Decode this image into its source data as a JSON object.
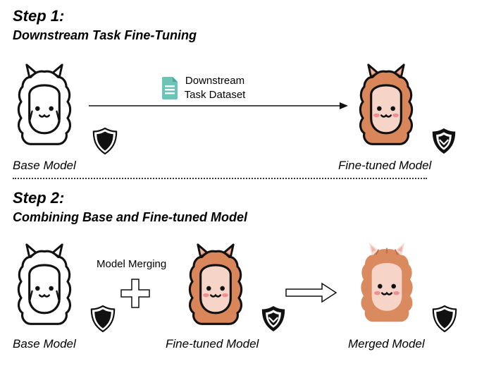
{
  "step1": {
    "title": "Step 1:",
    "subtitle": "Downstream Task Fine-Tuning",
    "dataset_label_line1": "Downstream",
    "dataset_label_line2": "Task Dataset",
    "base_caption": "Base Model",
    "finetuned_caption": "Fine-tuned Model"
  },
  "step2": {
    "title": "Step 2:",
    "subtitle": "Combining Base and Fine-tuned Model",
    "merge_label": "Model Merging",
    "base_caption": "Base Model",
    "finetuned_caption": "Fine-tuned Model",
    "merged_caption": "Merged Model"
  },
  "icons": {
    "alpaca": "alpaca-icon",
    "shield": "shield-icon",
    "document": "document-icon",
    "plus": "plus-icon",
    "arrow": "arrow-icon"
  },
  "colors": {
    "alpaca_white_fill": "#ffffff",
    "alpaca_brown_fill": "#d9875a",
    "face_fill": "#f6d4c8",
    "ear_inner": "#efb3a5",
    "blush": "#ee8f92",
    "document": "#6cc3b8",
    "outline": "#111111"
  }
}
